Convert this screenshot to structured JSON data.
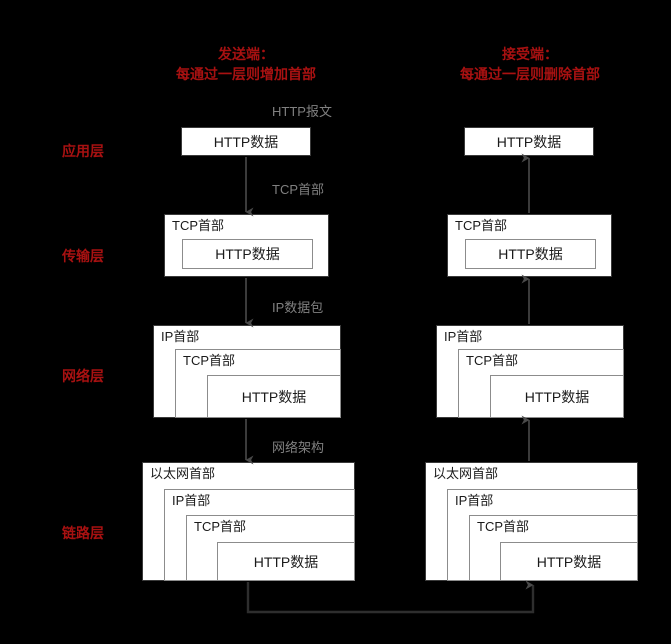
{
  "diagram": {
    "background_color": "#000000",
    "accent_red": "#a81111",
    "annotation_gray": "#808080",
    "box_fill": "#ffffff",
    "box_border": "#3a3a3a",
    "inner_border": "#8c8c8c"
  },
  "columns": {
    "sender": {
      "title_line1": "发送端：",
      "title_line2": "每通过一层则增加首部"
    },
    "receiver": {
      "title_line1": "接受端：",
      "title_line2": "每通过一层则删除首部"
    }
  },
  "layers": [
    {
      "label": "应用层"
    },
    {
      "label": "传输层"
    },
    {
      "label": "网络层"
    },
    {
      "label": "链路层"
    }
  ],
  "annotations": [
    {
      "text": "HTTP报文"
    },
    {
      "text": "TCP首部"
    },
    {
      "text": "IP数据包"
    },
    {
      "text": "网络架构"
    }
  ],
  "headers": {
    "http_data": "HTTP数据",
    "tcp_header": "TCP首部",
    "ip_header": "IP首部",
    "ethernet_header": "以太网首部"
  },
  "sender_stack": {
    "application": {
      "payload": "HTTP数据"
    },
    "transport": {
      "header": "TCP首部",
      "payload": "HTTP数据"
    },
    "network": {
      "header1": "IP首部",
      "header2": "TCP首部",
      "payload": "HTTP数据"
    },
    "link": {
      "header1": "以太网首部",
      "header2": "IP首部",
      "header3": "TCP首部",
      "payload": "HTTP数据"
    }
  },
  "receiver_stack": {
    "application": {
      "payload": "HTTP数据"
    },
    "transport": {
      "header": "TCP首部",
      "payload": "HTTP数据"
    },
    "network": {
      "header1": "IP首部",
      "header2": "TCP首部",
      "payload": "HTTP数据"
    },
    "link": {
      "header1": "以太网首部",
      "header2": "IP首部",
      "header3": "TCP首部",
      "payload": "HTTP数据"
    }
  }
}
